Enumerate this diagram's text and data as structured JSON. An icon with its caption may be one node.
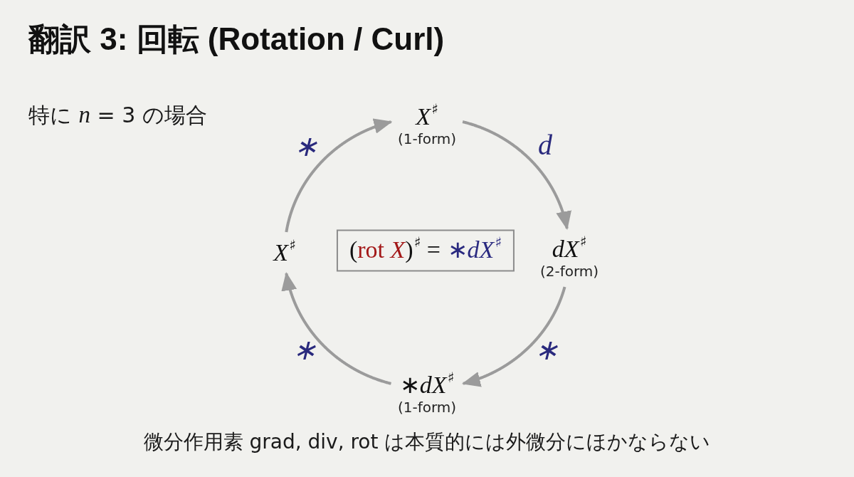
{
  "diagram": {
    "title": "翻訳 3: 回転 (Rotation / Curl)",
    "caption": "微分作用素 grad, div, rot は本質的には外微分にほかならない",
    "nodes": [
      {
        "text": [
          "*X*$^{♯}$",
          "(1-form)"
        ]
      },
      {
        "text": [
          "*X*$^{♯}$"
        ]
      },
      {
        "text": [
          "(",
          "rot *X*",
          ")$^{♯}$ =",
          "∗*dX*$^{♯}$"
        ]
      },
      {
        "text": [
          "*dX*$^{♯}$",
          "(2-form)"
        ]
      },
      {
        "text": [
          "∗*dX*$^{♯}$",
          "(1-form)"
        ]
      }
    ],
    "edges": [
      {
        "from": 1,
        "to": 0,
        "arrow": "to",
        "label": "∗"
      },
      {
        "from": 0,
        "to": 3,
        "arrow": "to",
        "label": "d"
      },
      {
        "from": 3,
        "to": 4,
        "arrow": "to",
        "label": "∗"
      },
      {
        "from": 4,
        "to": 1,
        "arrow": "to",
        "label": "∗"
      }
    ],
    "labels": [
      "特に *n* = 3 の場合"
    ]
  }
}
